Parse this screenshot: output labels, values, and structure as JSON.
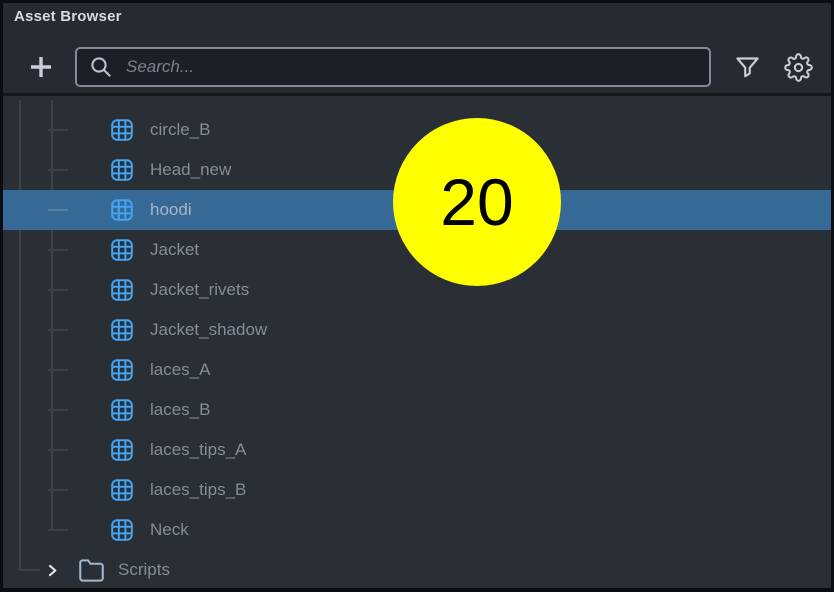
{
  "panel": {
    "title": "Asset Browser"
  },
  "toolbar": {
    "search": {
      "placeholder": "Search...",
      "value": ""
    },
    "icons": {
      "add": "plus-icon",
      "search": "magnifier-icon",
      "filter": "funnel-icon",
      "settings": "gear-icon"
    }
  },
  "tree": {
    "items": [
      {
        "label": "circle_B",
        "type": "mesh",
        "icon": "grid-table-icon",
        "selected": false
      },
      {
        "label": "Head_new",
        "type": "mesh",
        "icon": "grid-table-icon",
        "selected": false
      },
      {
        "label": "hoodi",
        "type": "mesh",
        "icon": "grid-table-icon",
        "selected": true
      },
      {
        "label": "Jacket",
        "type": "mesh",
        "icon": "grid-table-icon",
        "selected": false
      },
      {
        "label": "Jacket_rivets",
        "type": "mesh",
        "icon": "grid-table-icon",
        "selected": false
      },
      {
        "label": "Jacket_shadow",
        "type": "mesh",
        "icon": "grid-table-icon",
        "selected": false
      },
      {
        "label": "laces_A",
        "type": "mesh",
        "icon": "grid-table-icon",
        "selected": false
      },
      {
        "label": "laces_B",
        "type": "mesh",
        "icon": "grid-table-icon",
        "selected": false
      },
      {
        "label": "laces_tips_A",
        "type": "mesh",
        "icon": "grid-table-icon",
        "selected": false
      },
      {
        "label": "laces_tips_B",
        "type": "mesh",
        "icon": "grid-table-icon",
        "selected": false
      },
      {
        "label": "Neck",
        "type": "mesh",
        "icon": "grid-table-icon",
        "selected": false
      },
      {
        "label": "Scripts",
        "type": "folder",
        "icon": "folder-icon",
        "selected": false,
        "expandable": true
      }
    ]
  },
  "annotation": {
    "label": "20",
    "color": "#ffff00"
  },
  "colors": {
    "selection_blue": "#376996",
    "mesh_icon_blue": "#44a3f2",
    "annotation_yellow": "#ffff00",
    "panel_bg": "#2a2e35"
  }
}
